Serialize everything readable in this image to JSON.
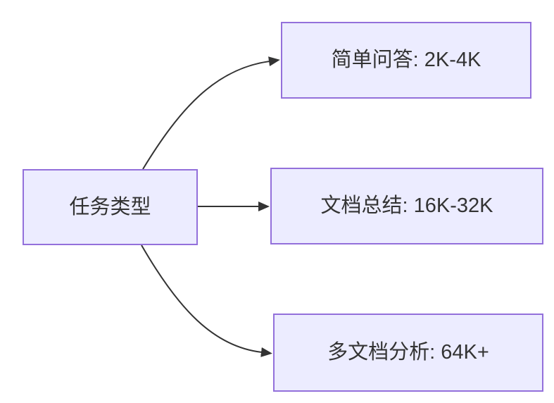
{
  "diagram": {
    "type": "flowchart",
    "direction": "LR",
    "colors": {
      "node_fill": "#ECECFF",
      "node_border": "#9370DB",
      "edge_stroke": "#333333",
      "text": "#333333",
      "background": "#ffffff"
    },
    "nodes": {
      "root": {
        "label": "任务类型"
      },
      "child1": {
        "label": "简单问答: 2K-4K"
      },
      "child2": {
        "label": "文档总结: 16K-32K"
      },
      "child3": {
        "label": "多文档分析: 64K+"
      }
    },
    "edges": [
      {
        "from": "任务类型",
        "to": "简单问答: 2K-4K"
      },
      {
        "from": "任务类型",
        "to": "文档总结: 16K-32K"
      },
      {
        "from": "任务类型",
        "to": "多文档分析: 64K+"
      }
    ]
  }
}
